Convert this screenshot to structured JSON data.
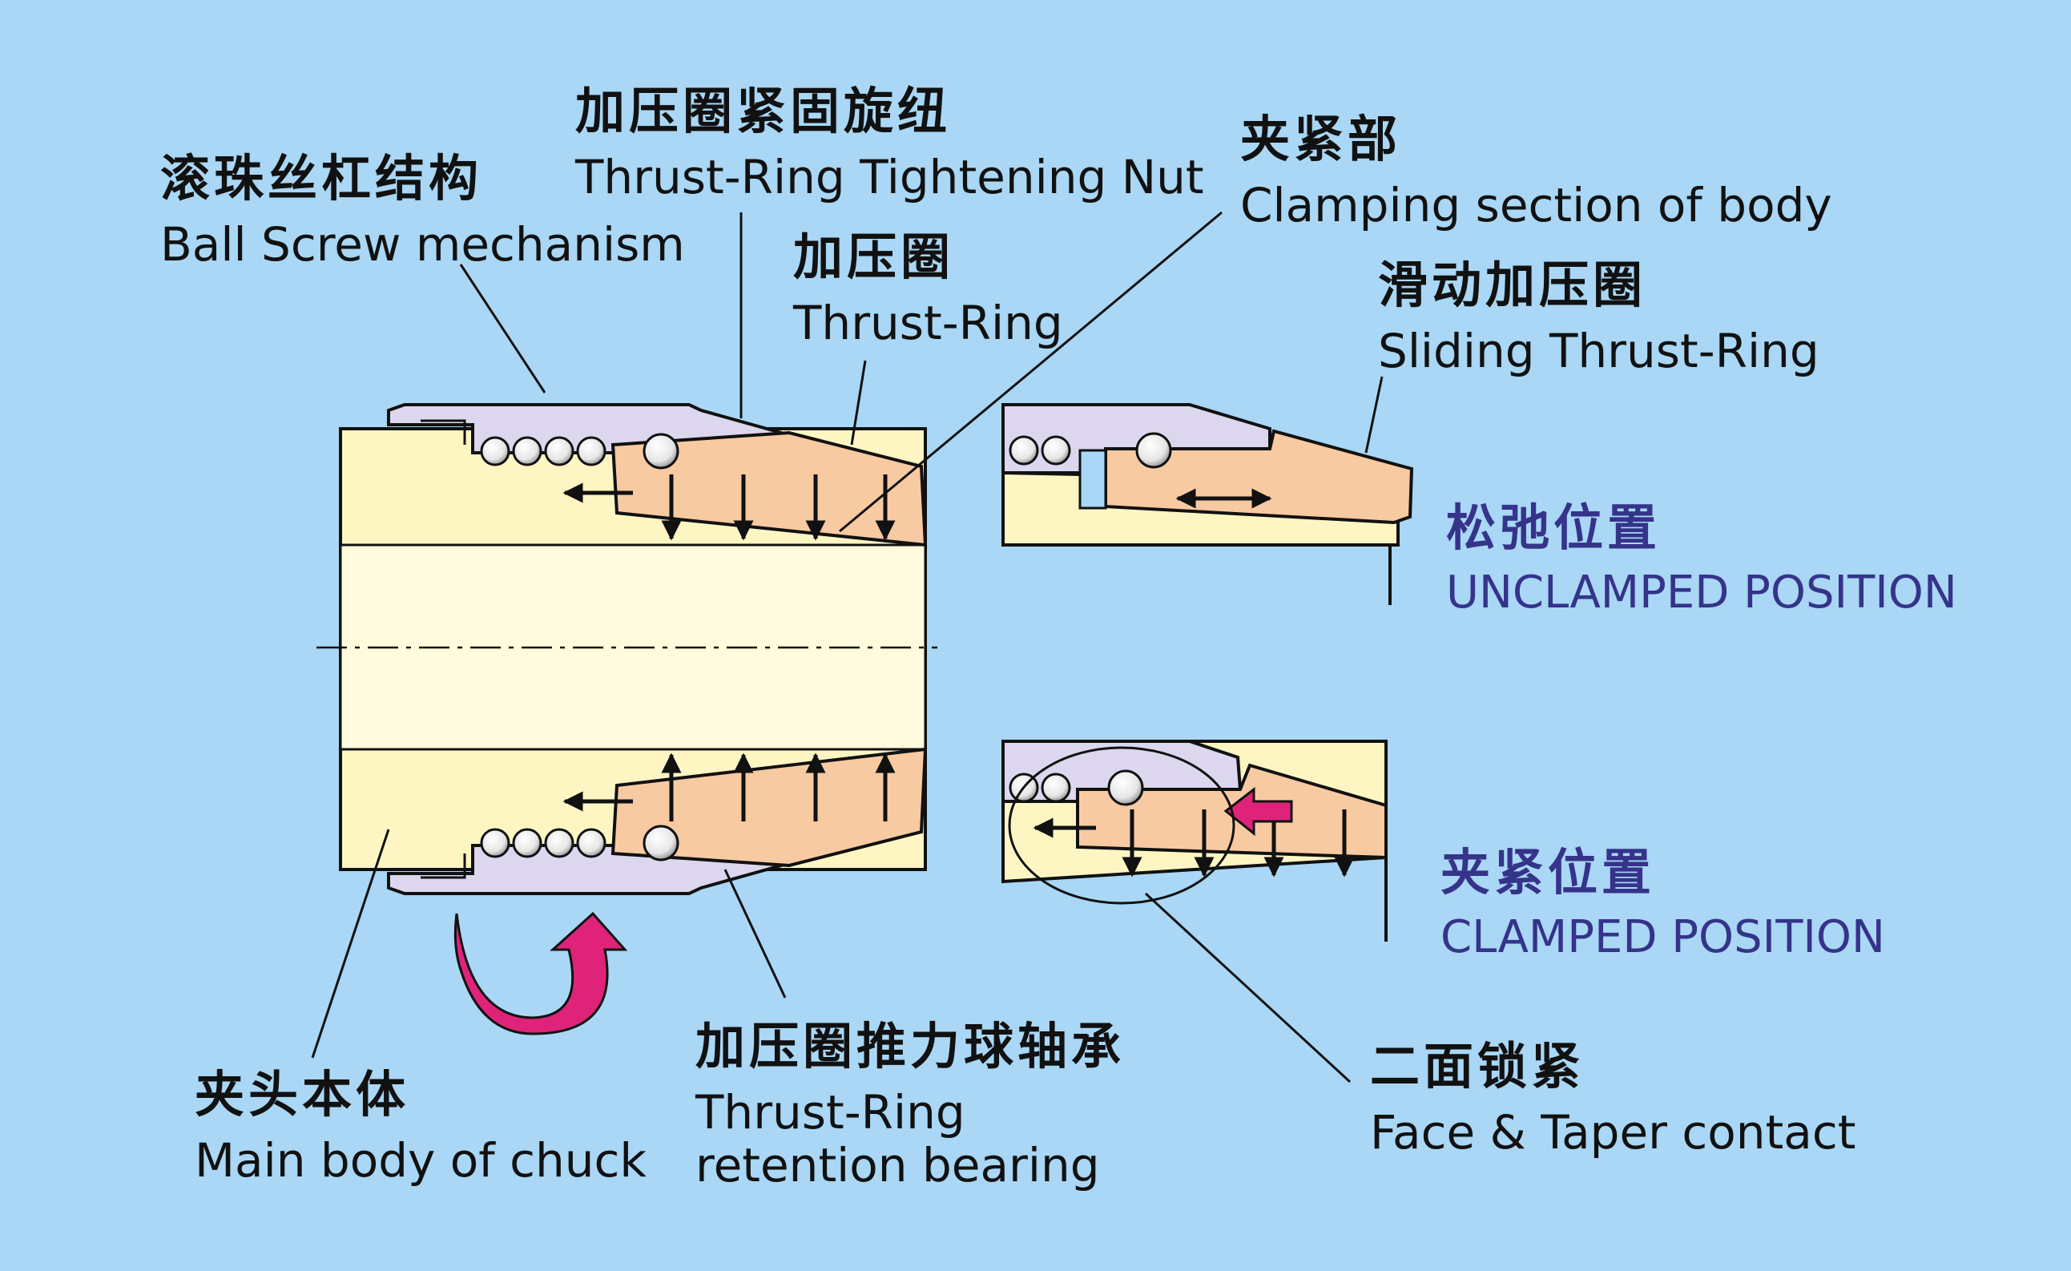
{
  "colors": {
    "background": "#a9d7f5",
    "body": "#fdf6c3",
    "body_bore": "#fffbdc",
    "ring": "#f8caa2",
    "nut": "#dcd6ee",
    "ball": "#eeeeee",
    "arrow": "#111111",
    "magenta": "#e0237a",
    "position_text": "#35338a",
    "gap": "#a9d7f5"
  },
  "labels": {
    "ball_screw": {
      "zh": "滚珠丝杠结构",
      "en": "Ball Screw mechanism"
    },
    "tightening_nut": {
      "zh": "加压圈紧固旋纽",
      "en": "Thrust-Ring Tightening Nut"
    },
    "thrust_ring": {
      "zh": "加压圈",
      "en": "Thrust-Ring"
    },
    "clamping_section": {
      "zh": "夹紧部",
      "en": "Clamping section of body"
    },
    "sliding_ring": {
      "zh": "滑动加压圈",
      "en": "Sliding Thrust-Ring"
    },
    "unclamped": {
      "zh": "松弛位置",
      "en": "UNCLAMPED POSITION"
    },
    "clamped": {
      "zh": "夹紧位置",
      "en": "CLAMPED POSITION"
    },
    "main_body": {
      "zh": "夹头本体",
      "en": "Main body of chuck"
    },
    "retention_bearing": {
      "zh": "加压圈推力球轴承",
      "en_line1": "Thrust-Ring",
      "en_line2": "retention bearing"
    },
    "face_taper": {
      "zh": "二面锁紧",
      "en": "Face & Taper contact"
    }
  },
  "icons": {
    "rotation": "curved-rotation-arrow-icon",
    "push": "push-arrow-icon",
    "force": "down-arrow-icon",
    "slide": "double-arrow-icon",
    "bearing": "ball-icon"
  }
}
